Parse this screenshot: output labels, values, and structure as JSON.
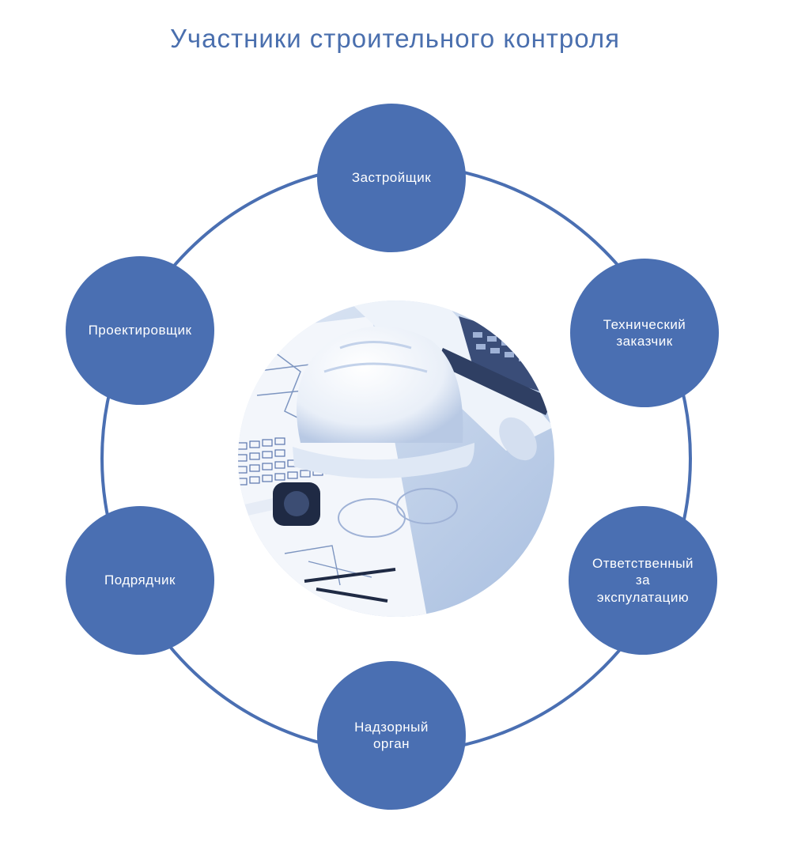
{
  "title": "Участники строительного контроля",
  "colors": {
    "accent": "#4a6fb2",
    "title": "#4a6fae",
    "ring": "#4a6fb2",
    "photo_tint": "#c9d8ee"
  },
  "center_image": {
    "icon": "hard-hat-blueprint-photo"
  },
  "nodes": [
    {
      "label": "Застройщик"
    },
    {
      "label": "Технический\nзаказчик"
    },
    {
      "label": "Ответственный\nза\nэкспулатацию"
    },
    {
      "label": "Надзорный\nорган"
    },
    {
      "label": "Подрядчик"
    },
    {
      "label": "Проектировщик"
    }
  ]
}
